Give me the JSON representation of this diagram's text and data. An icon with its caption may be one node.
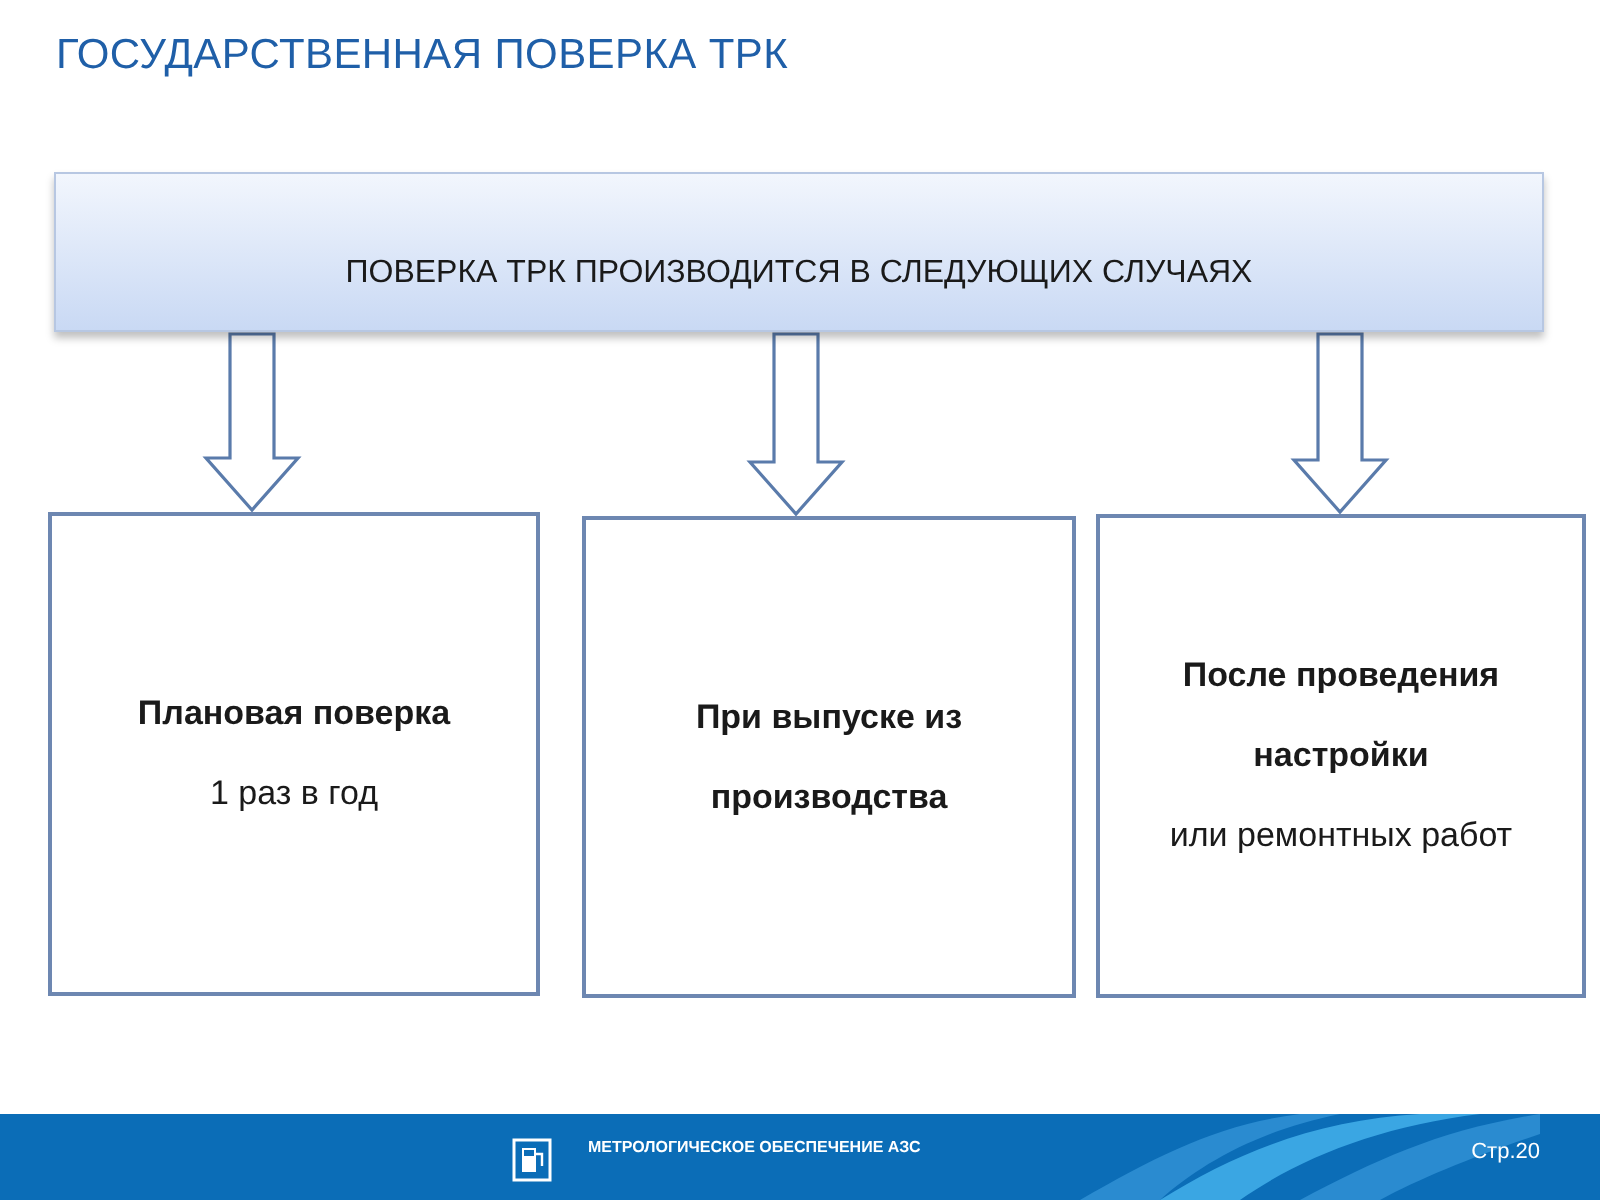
{
  "diagram": {
    "title": "ГОСУДАРСТВЕННАЯ ПОВЕРКА ТРК",
    "nodes": [
      {
        "text": [
          "ПОВЕРКА ТРК ПРОИЗВОДИТСЯ В СЛЕДУЮЩИХ СЛУЧАЯХ"
        ]
      },
      {
        "text": [
          "Плановая поверка",
          "1 раз в год"
        ]
      },
      {
        "text": [
          "При выпуске из производства"
        ]
      },
      {
        "text": [
          "После проведения настройки",
          "или ремонтных работ"
        ]
      }
    ],
    "edges": [
      {
        "from": 0,
        "to": 1,
        "arrow": "to"
      },
      {
        "from": 0,
        "to": 2,
        "arrow": "to"
      },
      {
        "from": 0,
        "to": 3,
        "arrow": "to"
      }
    ],
    "labels": [
      "МЕТРОЛОГИЧЕСКОЕ ОБЕСПЕЧЕНИЕ АЗС",
      "Стр.20"
    ]
  }
}
